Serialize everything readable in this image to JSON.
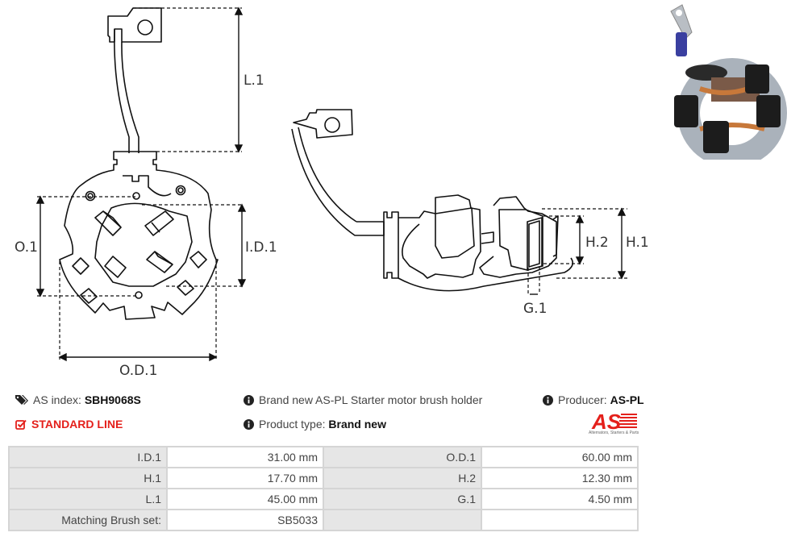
{
  "product": {
    "as_index_label": "AS index:",
    "as_index_value": "SBH9068S",
    "line": "STANDARD LINE",
    "description": "Brand new AS-PL Starter motor brush holder",
    "product_type_label": "Product type:",
    "product_type_value": "Brand new",
    "producer_label": "Producer:",
    "producer_value": "AS-PL",
    "logo_text": "AS",
    "logo_tagline": "Alternators, Starters & Parts",
    "accent_color": "#e4201b"
  },
  "drawing": {
    "labels": {
      "l1": "L.1",
      "o1": "O.1",
      "id1": "I.D.1",
      "od1": "O.D.1",
      "h1": "H.1",
      "h2": "H.2",
      "g1": "G.1"
    }
  },
  "specs": {
    "rows": [
      {
        "k1": "I.D.1",
        "v1": "31.00 mm",
        "k2": "O.D.1",
        "v2": "60.00 mm"
      },
      {
        "k1": "H.1",
        "v1": "17.70 mm",
        "k2": "H.2",
        "v2": "12.30 mm"
      },
      {
        "k1": "L.1",
        "v1": "45.00 mm",
        "k2": "G.1",
        "v2": "4.50 mm"
      },
      {
        "k1": "Matching Brush set:",
        "v1": "SB5033",
        "k2": "",
        "v2": ""
      }
    ]
  }
}
